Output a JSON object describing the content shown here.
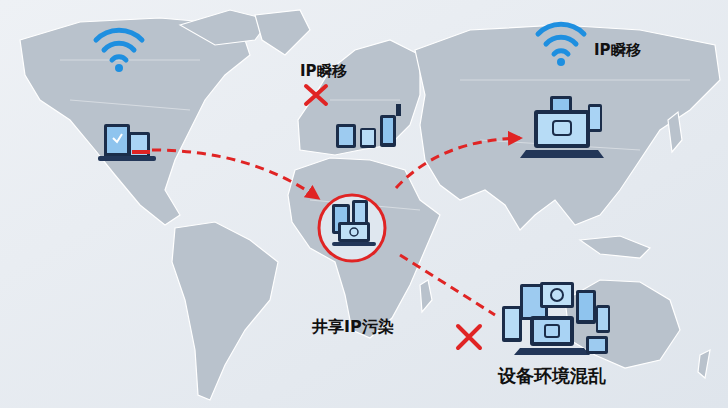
{
  "diagram": {
    "labels": [
      "IP瞬移",
      "IP瞬移",
      "井享IP污染",
      "设备环境混乱"
    ]
  }
}
